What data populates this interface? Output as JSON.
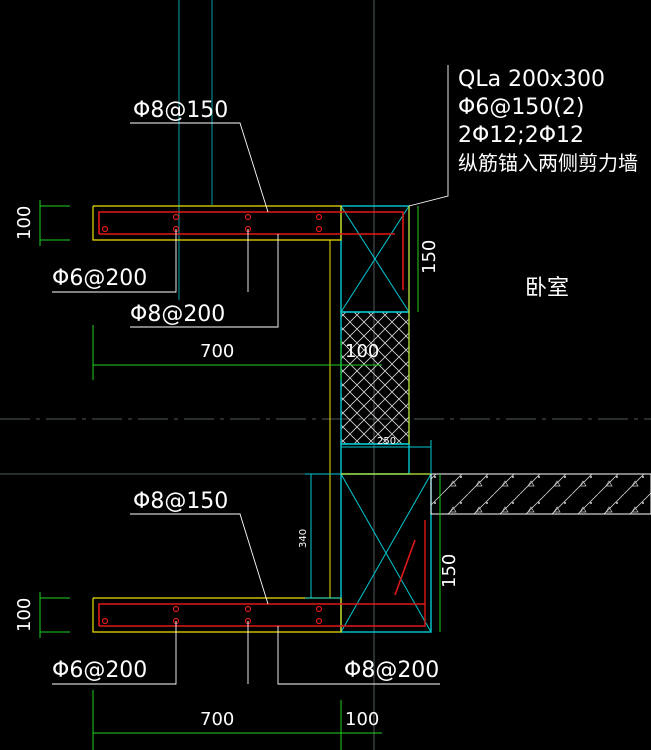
{
  "colors": {
    "background": "#000000",
    "cyan": "#00c8d2",
    "yellow": "#f0e000",
    "red": "#e01818",
    "green": "#20d020",
    "white": "#ffffff",
    "grid_gray": "#5a6a6a"
  },
  "annotations": {
    "beam_note_line1": "QLa 200x300",
    "beam_note_line2": "Φ6@150(2)",
    "beam_note_line3": "2Φ12;2Φ12",
    "beam_note_line4": "纵筋锚入两侧剪力墙",
    "room_label": "卧室"
  },
  "upper_slab": {
    "top_bar_label": "Φ8@150",
    "dist_bar_label": "Φ6@200",
    "bottom_bar_label": "Φ8@200",
    "thickness_dim": "100",
    "length_dim": "700",
    "wall_dim": "100",
    "column_dim": "150"
  },
  "lower_slab": {
    "top_bar_label": "Φ8@150",
    "dist_bar_label": "Φ6@200",
    "bottom_bar_label": "Φ8@200",
    "thickness_dim": "100",
    "length_dim": "700",
    "wall_dim": "100",
    "column_dim": "150",
    "height_dim": "340",
    "width_dim": "250"
  }
}
